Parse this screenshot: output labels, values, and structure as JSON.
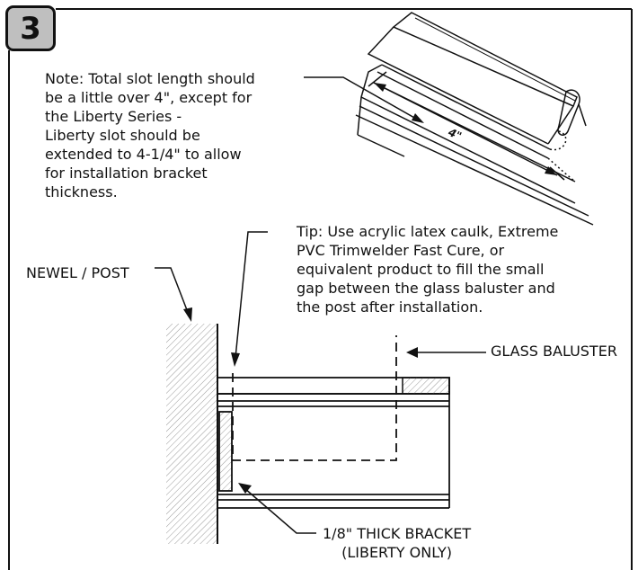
{
  "step": {
    "number": "3"
  },
  "note": {
    "lines": [
      "Note: Total slot length should",
      "be a little over 4\", except for",
      "the Liberty Series -",
      "Liberty slot should be",
      "extended to 4-1/4\" to allow",
      "for installation bracket",
      "thickness."
    ]
  },
  "tip": {
    "lines": [
      "Tip: Use acrylic latex caulk, Extreme",
      "PVC Trimwelder Fast Cure, or",
      "equivalent product to fill the small",
      "gap between the glass baluster and",
      "the post after installation."
    ]
  },
  "labels": {
    "newel_post": "NEWEL / POST",
    "glass_baluster": "GLASS BALUSTER",
    "bracket_line1": "1/8\" THICK BRACKET",
    "bracket_line2": "(LIBERTY ONLY)",
    "dimension": "4\""
  },
  "colors": {
    "badge_fill": "#bfbfbf",
    "ink": "#111111",
    "hatch": "#9a9a9a"
  }
}
